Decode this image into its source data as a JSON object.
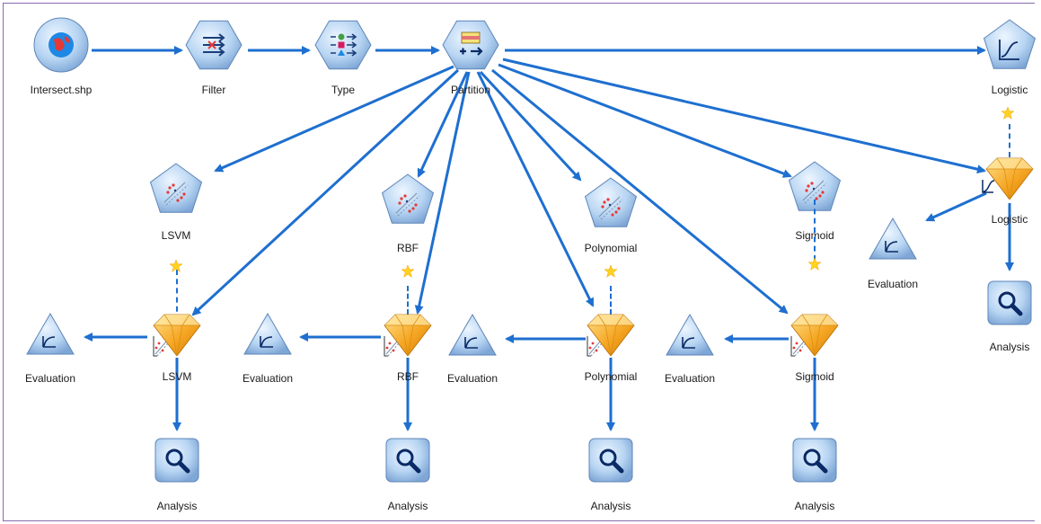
{
  "colors": {
    "link": "#1e6fd0",
    "nugget": "#f2a51e",
    "frame": "#8a6bb0"
  },
  "nodes": {
    "source": {
      "label": "Intersect.shp",
      "icon": "globe-icon"
    },
    "filter": {
      "label": "Filter",
      "icon": "filter-arrows-icon"
    },
    "type": {
      "label": "Type",
      "icon": "type-shapes-icon"
    },
    "partition": {
      "label": "Partition",
      "icon": "partition-icon"
    },
    "logistic_model": {
      "label": "Logistic",
      "icon": "logistic-curve-icon"
    },
    "lsvm_model": {
      "label": "LSVM",
      "icon": "svm-scatter-icon"
    },
    "rbf_model": {
      "label": "RBF",
      "icon": "svm-scatter-icon"
    },
    "poly_model": {
      "label": "Polynomial",
      "icon": "svm-scatter-icon"
    },
    "sig_model": {
      "label": "Sigmoid",
      "icon": "svm-scatter-icon"
    },
    "logistic_nugget": {
      "label": "Logistic",
      "icon": "model-nugget-icon"
    },
    "lsvm_nugget": {
      "label": "LSVM",
      "icon": "model-nugget-icon"
    },
    "rbf_nugget": {
      "label": "RBF",
      "icon": "model-nugget-icon"
    },
    "poly_nugget": {
      "label": "Polynomial",
      "icon": "model-nugget-icon"
    },
    "sig_nugget": {
      "label": "Sigmoid",
      "icon": "model-nugget-icon"
    },
    "eval_logistic": {
      "label": "Evaluation",
      "icon": "evaluation-chart-icon"
    },
    "eval_lsvm": {
      "label": "Evaluation",
      "icon": "evaluation-chart-icon"
    },
    "eval_rbf": {
      "label": "Evaluation",
      "icon": "evaluation-chart-icon"
    },
    "eval_poly": {
      "label": "Evaluation",
      "icon": "evaluation-chart-icon"
    },
    "eval_sig": {
      "label": "Evaluation",
      "icon": "evaluation-chart-icon"
    },
    "analysis_logistic": {
      "label": "Analysis",
      "icon": "magnifier-icon"
    },
    "analysis_lsvm": {
      "label": "Analysis",
      "icon": "magnifier-icon"
    },
    "analysis_rbf": {
      "label": "Analysis",
      "icon": "magnifier-icon"
    },
    "analysis_poly": {
      "label": "Analysis",
      "icon": "magnifier-icon"
    },
    "analysis_sig": {
      "label": "Analysis",
      "icon": "magnifier-icon"
    }
  }
}
